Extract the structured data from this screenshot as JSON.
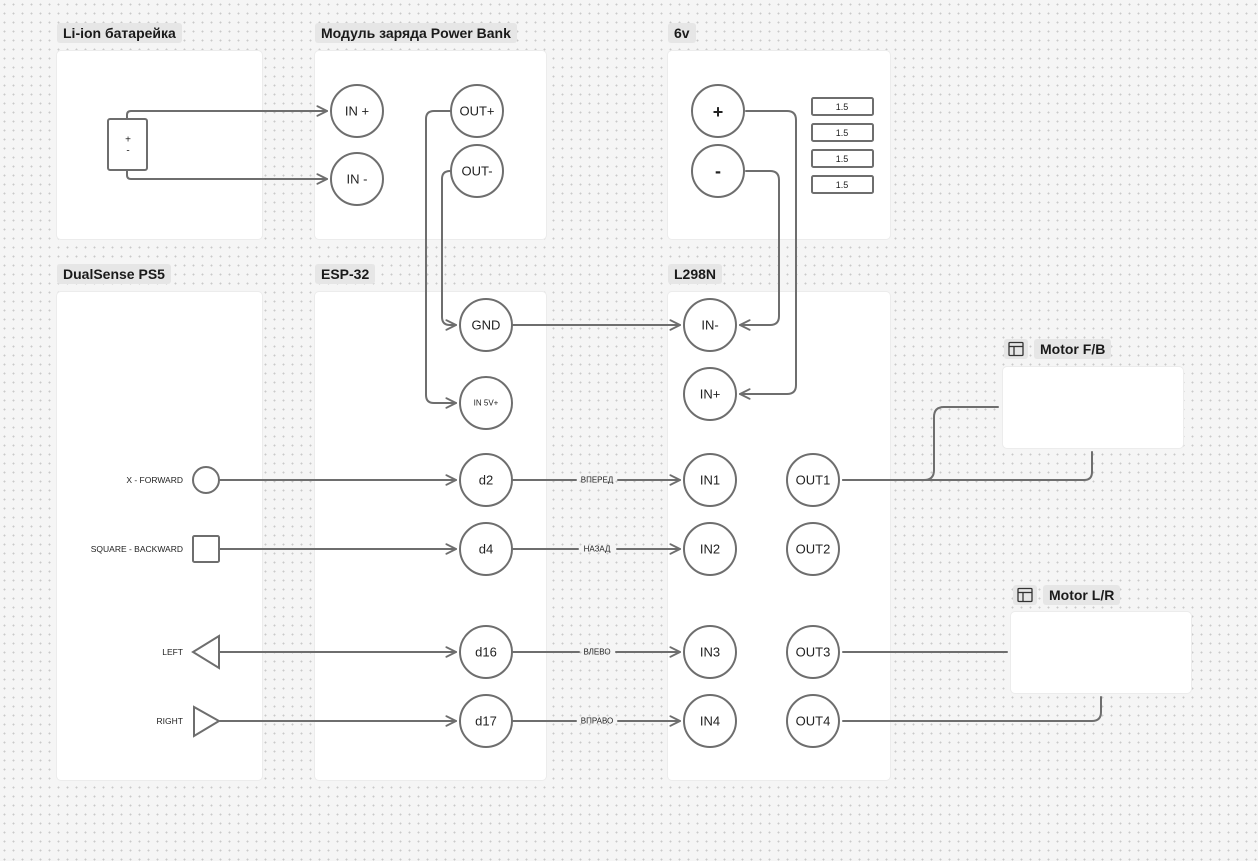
{
  "frames": {
    "li_ion": "Li-ion батарейка",
    "power_bank": "Модуль заряда Power Bank",
    "six_v": "6v",
    "dualsense": "DualSense PS5",
    "esp32": "ESP-32",
    "l298n": "L298N",
    "motor_fb": "Motor F/B",
    "motor_lr": "Motor L/R"
  },
  "battery": {
    "plus": "+",
    "minus": "-"
  },
  "power_bank": {
    "in_plus": "IN +",
    "in_minus": "IN -",
    "out_plus": "OUT+",
    "out_minus": "OUT-"
  },
  "six_v": {
    "plus": "+",
    "minus": "-",
    "cells": [
      "1.5",
      "1.5",
      "1.5",
      "1.5"
    ]
  },
  "esp32": {
    "gnd": "GND",
    "in5v": "IN 5V+",
    "d2": "d2",
    "d4": "d4",
    "d16": "d16",
    "d17": "d17"
  },
  "l298n": {
    "in_minus": "IN-",
    "in_plus": "IN+",
    "in1": "IN1",
    "in2": "IN2",
    "in3": "IN3",
    "in4": "IN4",
    "out1": "OUT1",
    "out2": "OUT2",
    "out3": "OUT3",
    "out4": "OUT4"
  },
  "dualsense": {
    "x_forward": "X - FORWARD",
    "square_backward": "SQUARE - BACKWARD",
    "left": "LEFT",
    "right": "RIGHT"
  },
  "wire_labels": {
    "forward": "ВПЕРЕД",
    "backward": "НАЗАД",
    "left": "ВЛЕВО",
    "right": "ВПРАВО"
  },
  "colors": {
    "stroke": "#6e6e6e",
    "frame": "#ffffff",
    "canvas": "#f5f5f5",
    "label_bg": "#e6e6e6"
  }
}
